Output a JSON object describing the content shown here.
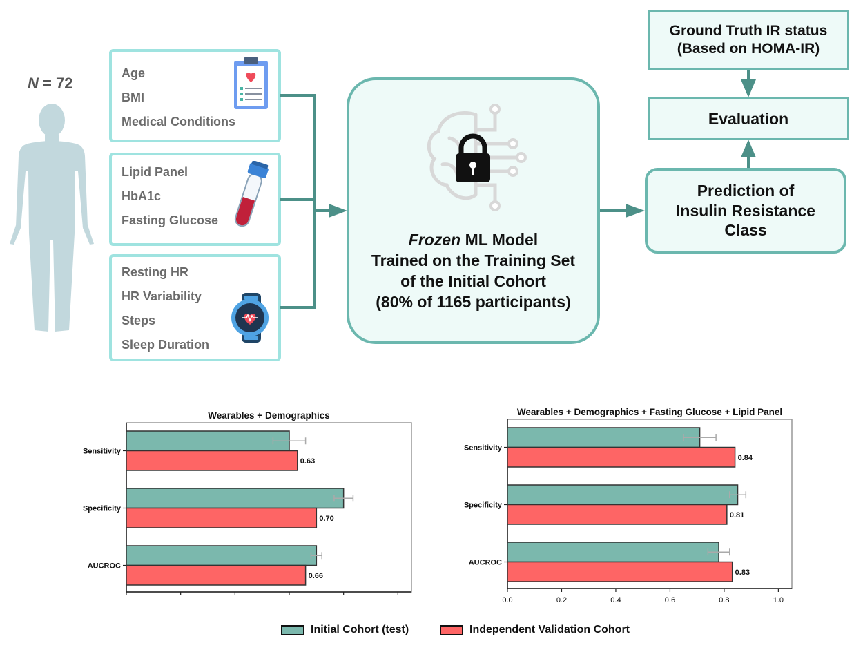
{
  "colors": {
    "teal_border": "#6bb7ae",
    "cyan_border": "#9fe3e0",
    "box_fill": "#eefaf8",
    "arrow": "#4c9088",
    "bar_initial": "#7bb8ad",
    "bar_validation": "#fe6565",
    "human": "#c2d8dd"
  },
  "cohort": {
    "n_label": "N",
    "n_value": "= 72"
  },
  "features": {
    "clinical": [
      "Age",
      "BMI",
      "Medical Conditions"
    ],
    "blood": [
      "Lipid Panel",
      "HbA1c",
      "Fasting Glucose"
    ],
    "wearable": [
      "Resting HR",
      "HR Variability",
      "Steps",
      "Sleep Duration"
    ]
  },
  "icons": [
    "human-silhouette-icon",
    "clipboard-heart-icon",
    "blood-test-tube-icon",
    "smartwatch-heart-icon",
    "brain-circuit-lock-icon"
  ],
  "model": {
    "frozen": "Frozen",
    "line1": "ML Model",
    "line2": "Trained on the Training Set",
    "line3": "of the Initial Cohort",
    "line4": "(80% of 1165 participants)"
  },
  "ground_truth": {
    "line1": "Ground Truth IR status",
    "line2": "(Based on HOMA-IR)"
  },
  "evaluation": "Evaluation",
  "prediction": {
    "line1": "Prediction of",
    "line2": "Insulin Resistance",
    "line3": "Class"
  },
  "chart_data": [
    {
      "type": "bar",
      "orientation": "horizontal",
      "title": "Wearables + Demographics",
      "categories": [
        "Sensitivity",
        "Specificity",
        "AUCROC"
      ],
      "series": [
        {
          "name": "Initial Cohort (test)",
          "values": [
            0.6,
            0.8,
            0.7
          ],
          "error": [
            0.06,
            0.035,
            0.02
          ]
        },
        {
          "name": "Independent Validation Cohort",
          "values": [
            0.63,
            0.7,
            0.66
          ],
          "labels": [
            "0.63",
            "0.70",
            "0.66"
          ]
        }
      ],
      "xlim": [
        0,
        1.05
      ],
      "ticks": [
        0,
        0.2,
        0.4,
        0.6,
        0.8,
        1.0
      ],
      "tick_labels": []
    },
    {
      "type": "bar",
      "orientation": "horizontal",
      "title": "Wearables + Demographics + Fasting Glucose + Lipid Panel",
      "categories": [
        "Sensitivity",
        "Specificity",
        "AUCROC"
      ],
      "series": [
        {
          "name": "Initial Cohort (test)",
          "values": [
            0.71,
            0.85,
            0.78
          ],
          "error": [
            0.06,
            0.03,
            0.04
          ]
        },
        {
          "name": "Independent Validation Cohort",
          "values": [
            0.84,
            0.81,
            0.83
          ],
          "labels": [
            "0.84",
            "0.81",
            "0.83"
          ]
        }
      ],
      "xlim": [
        0,
        1.05
      ],
      "ticks": [
        0,
        0.2,
        0.4,
        0.6,
        0.8,
        1.0
      ],
      "tick_labels": [
        "0.0",
        "0.2",
        "0.4",
        "0.6",
        "0.8",
        "1.0"
      ]
    }
  ],
  "legend": [
    "Initial Cohort (test)",
    "Independent Validation Cohort"
  ]
}
